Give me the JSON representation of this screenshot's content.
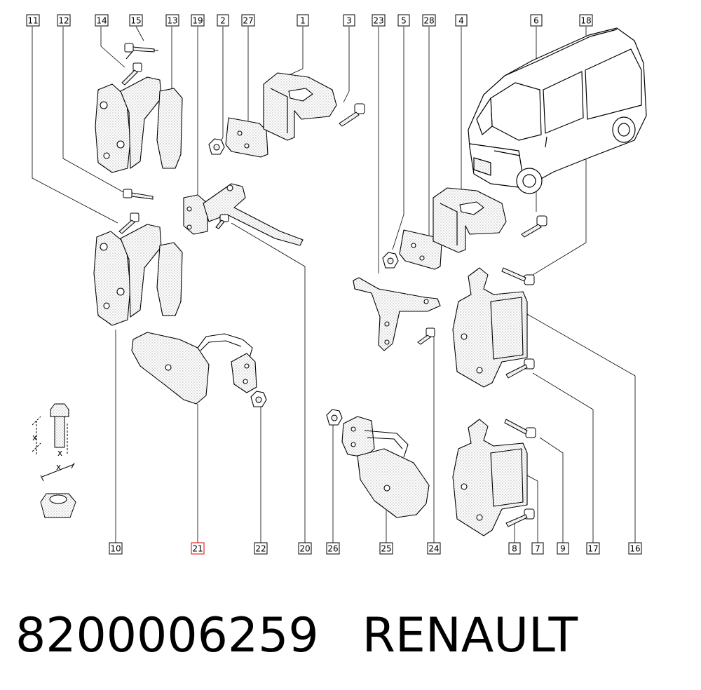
{
  "parts": {
    "p11": "11",
    "p12": "12",
    "p14": "14",
    "p15": "15",
    "p13": "13",
    "p19": "19",
    "p2": "2",
    "p27": "27",
    "p1": "1",
    "p3": "3",
    "p23": "23",
    "p5": "5",
    "p28": "28",
    "p4": "4",
    "p6": "6",
    "p18": "18",
    "p10": "10",
    "p21": "21",
    "p22": "22",
    "p20": "20",
    "p26": "26",
    "p25": "25",
    "p24": "24",
    "p8": "8",
    "p7": "7",
    "p9": "9",
    "p17": "17",
    "p16": "16"
  },
  "highlight_color": "#e60000",
  "dimension_label": "x",
  "caption": {
    "part_number": "8200006259",
    "brand": "RENAULT"
  }
}
